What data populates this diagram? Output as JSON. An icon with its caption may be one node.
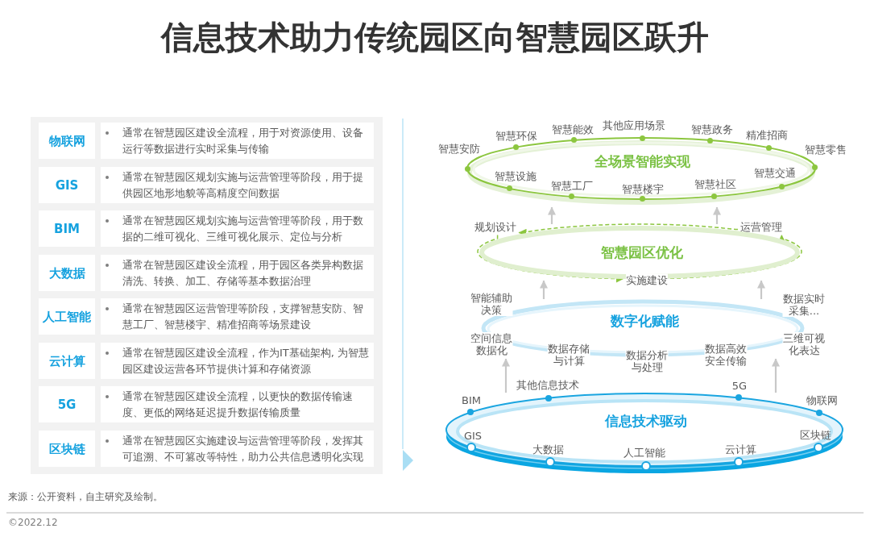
{
  "diagram": {
    "title": "信息技术助力传统园区向智慧园区跃升",
    "nodes": [
      {
        "text": [
          "物联网"
        ]
      },
      {
        "text": [
          "通常在智慧园区建设全流程，用于对资源使用、设备运行等数据进行实时采集与传输"
        ]
      },
      {
        "text": [
          "GIS"
        ]
      },
      {
        "text": [
          "通常在智慧园区规划实施与运营管理等阶段，用于提供园区地形地貌等高精度空间数据"
        ]
      },
      {
        "text": [
          "BIM"
        ]
      },
      {
        "text": [
          "通常在智慧园区规划实施与运营管理等阶段，用于数据的二维可视化、三维可视化展示、定位与分析"
        ]
      },
      {
        "text": [
          "大数据"
        ]
      },
      {
        "text": [
          "通常在智慧园区建设全流程，用于园区各类异构数据清洗、转换、加工、存储等基本数据治理"
        ]
      },
      {
        "text": [
          "人工智能"
        ]
      },
      {
        "text": [
          "通常在智慧园区运营管理等阶段，支撑智慧安防、智慧工厂、智慧楼宇、精准招商等场景建设"
        ]
      },
      {
        "text": [
          "云计算"
        ]
      },
      {
        "text": [
          "通常在智慧园区建设全流程，作为IT基础架构, 为智慧园区建设运营各环节提供计算和存储资源"
        ]
      },
      {
        "text": [
          "5G"
        ]
      },
      {
        "text": [
          "通常在智慧园区建设全流程，以更快的数据传输速度、更低的网络延迟提升数据传输质量"
        ]
      },
      {
        "text": [
          "区块链"
        ]
      },
      {
        "text": [
          "通常在智慧园区实施建设与运营管理等阶段，发挥其可追溯、不可篡改等特性，助力公共信息透明化实现"
        ]
      },
      {
        "text": [
          "全场景智能实现",
          "智慧设施",
          "智慧工厂",
          "智慧楼宇",
          "智慧社区",
          "智慧交通"
        ],
        "beside": [
          "智慧安防",
          "智慧环保",
          "智慧能效",
          "其他应用场景",
          "智慧政务",
          "精准招商",
          "智慧零售"
        ]
      },
      {
        "text": [
          "规划设计"
        ]
      },
      {
        "text": [
          "运营管理"
        ]
      },
      {
        "text": [
          "智慧园区优化"
        ]
      },
      {
        "text": [
          "实施建设"
        ]
      },
      {
        "text": [
          "数字化赋能"
        ],
        "beside": [
          "智能辅助决策",
          "数据实时采集...",
          "空间信息数据化",
          "数据存储与计算",
          "数据分析与处理",
          "数据高效安全传输",
          "三维可视化表达"
        ]
      },
      {
        "text": [
          "信息技术驱动",
          "GIS",
          "大数据",
          "人工智能",
          "云计算",
          "区块链"
        ],
        "beside": [
          "BIM",
          "其他信息技术",
          "5G",
          "物联网"
        ]
      }
    ],
    "edges": [
      {
        "from": 22,
        "to": 21,
        "arrow": "to"
      },
      {
        "from": 22,
        "to": 21,
        "arrow": "to"
      },
      {
        "from": 21,
        "to": 19,
        "arrow": "to"
      },
      {
        "from": 21,
        "to": 19,
        "arrow": "to"
      },
      {
        "from": 19,
        "to": 16,
        "arrow": "to"
      },
      {
        "from": 19,
        "to": 16,
        "arrow": "to"
      },
      {
        "from": 18,
        "to": 17,
        "arrow": "to",
        "style": "dashed",
        "color": "#8cc63f"
      },
      {
        "from": 17,
        "to": 20,
        "arrow": "to",
        "style": "dashed",
        "color": "#8cc63f"
      },
      {
        "from": 20,
        "to": 18,
        "arrow": "to",
        "style": "dashed",
        "color": "#8cc63f"
      }
    ],
    "labels": [
      "来源：公开资料，自主研究及绘制。",
      "©2022.12"
    ]
  }
}
